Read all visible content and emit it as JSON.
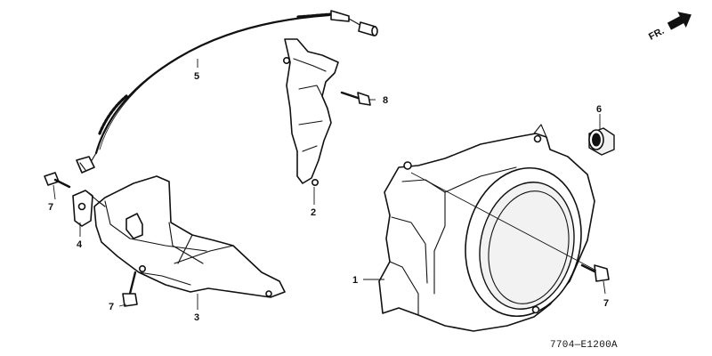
{
  "direction_indicator": {
    "label": "FR.",
    "icon": "front-arrow-icon"
  },
  "callouts": {
    "p1": "1",
    "p2": "2",
    "p3": "3",
    "p4": "4",
    "p5": "5",
    "p6": "6",
    "p7a": "7",
    "p7b": "7",
    "p7c": "7",
    "p8": "8"
  },
  "diagram_code": "7704—E1200A"
}
